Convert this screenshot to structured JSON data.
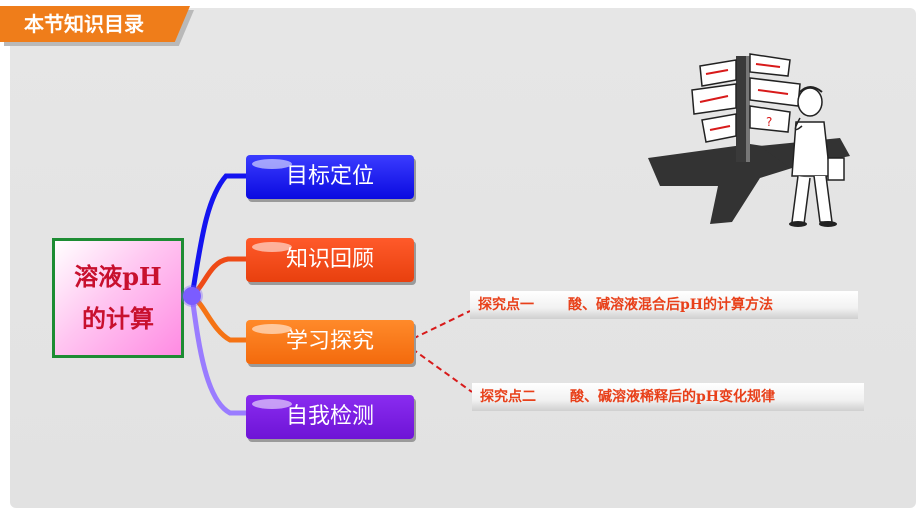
{
  "header": {
    "title": "本节知识目录",
    "color": "#ef7d1a"
  },
  "root": {
    "line1": "溶液pH",
    "line2": "的计算",
    "border_color": "#1d8c33",
    "text_color": "#c8102e"
  },
  "branches": [
    {
      "label": "目标定位",
      "color": "#1414f0"
    },
    {
      "label": "知识回顾",
      "color": "#ee4a16"
    },
    {
      "label": "学习探究",
      "color": "#f57314"
    },
    {
      "label": "自我检测",
      "color": "#7a1ee6"
    }
  ],
  "explore_points": [
    {
      "tag": "探究点一",
      "text": "酸、碱溶液混合后pH的计算方法"
    },
    {
      "tag": "探究点二",
      "text": "酸、碱溶液稀释后的pH变化规律"
    }
  ],
  "icons": {
    "illustration": "signpost-thinking-man-icon"
  }
}
